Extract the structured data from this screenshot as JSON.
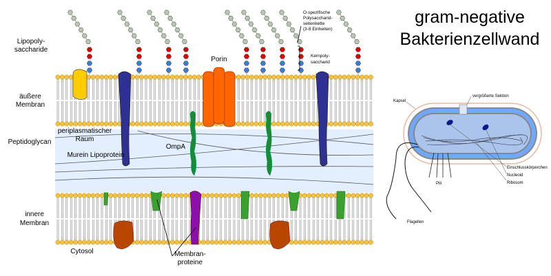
{
  "title": [
    "gram-negative",
    "Bakterienzellwand"
  ],
  "labels": {
    "lps": [
      "Lipopoly-",
      "saccharide"
    ],
    "outer_membrane": [
      "äußere",
      "Membran"
    ],
    "peptidoglycan": "Peptidoglycan",
    "inner_membrane": [
      "innere",
      "Membran"
    ],
    "cytosol": "Cytosol",
    "periplasm": [
      "periplasmatischer",
      "Raum"
    ],
    "murein": "Murein Lipoprotein",
    "ompa": "OmpA",
    "porin": "Porin",
    "membrane_proteins": [
      "Membran-",
      "proteine"
    ],
    "o_chain": [
      "O-spezifische",
      "Polysaccharid-",
      "seitenkette",
      "(3-8 Einheiten)"
    ],
    "core": [
      "Kernpoly-",
      "saccharid"
    ]
  },
  "cell": {
    "kapsel": "Kapsel",
    "section": "vergrößerte Sektion",
    "inclusion": "Einschlusskörperchen",
    "nucleoid": "Nucleoid",
    "ribosome": "Ribosom",
    "pili": "Pili",
    "flagella": "Flagellen"
  },
  "colors": {
    "lipid_head": "#f5c242",
    "peptidoglycan": "#e3eeff",
    "sugar_o": "#b8c8b0",
    "sugar_core_red": "#e00000",
    "sugar_core_blue": "#3a7bd5",
    "porin": "#ff6600",
    "lipoprotein": "#2e3192",
    "ompa": "#1a8a3a",
    "yellow_protein": "#ffcc00",
    "purple_protein": "#8b0fa8",
    "brown_protein": "#b84500",
    "cell_fill": "#aac4ec",
    "cell_wall": "#6fa8ff"
  }
}
